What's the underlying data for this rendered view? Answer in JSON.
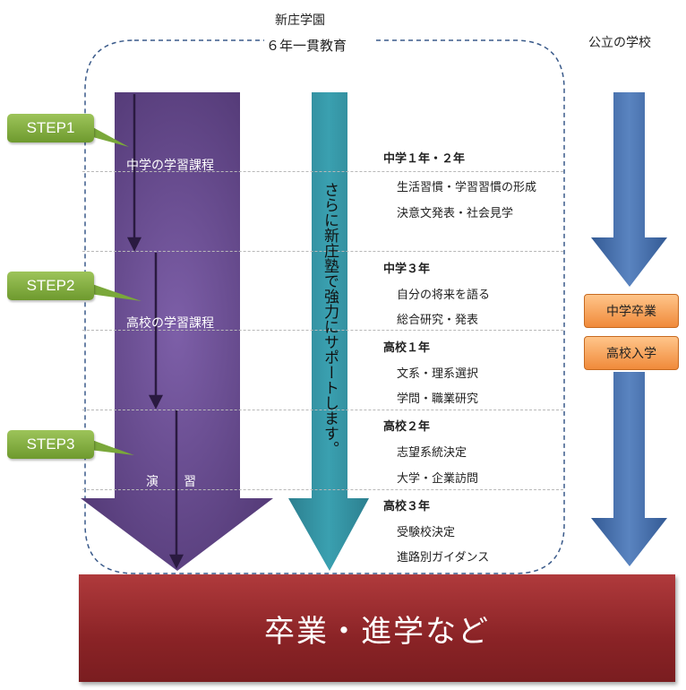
{
  "header": {
    "school_line1": "新庄学園",
    "school_line2": "６年一貫教育",
    "public_label": "公立の学校"
  },
  "steps": [
    "STEP1",
    "STEP2",
    "STEP3"
  ],
  "purple_labels": [
    "中学の学習課程",
    "高校の学習課程",
    "演　　習"
  ],
  "teal_vertical_text": "さらに新庄塾で強力にサポートします。",
  "schedule": [
    {
      "grade": "中学１年・２年",
      "items": [
        "生活習慣・学習習慣の形成",
        "決意文発表・社会見学"
      ]
    },
    {
      "grade": "中学３年",
      "items": [
        "自分の将来を語る",
        "総合研究・発表"
      ]
    },
    {
      "grade": "高校１年",
      "items": [
        "文系・理系選択",
        "学問・職業研究"
      ]
    },
    {
      "grade": "高校２年",
      "items": [
        "志望系統決定",
        "大学・企業訪問"
      ]
    },
    {
      "grade": "高校３年",
      "items": [
        "受験校決定",
        "進路別ガイダンス"
      ]
    }
  ],
  "public_boxes": [
    "中学卒業",
    "高校入学"
  ],
  "bottom_banner": "卒業・進学など",
  "colors": {
    "purple": "#5e4584",
    "teal": "#2f8a9a",
    "blue": "#3f68a4",
    "green": "#7aa83a",
    "orange": "#f08a3a",
    "red": "#9a2b2e"
  }
}
